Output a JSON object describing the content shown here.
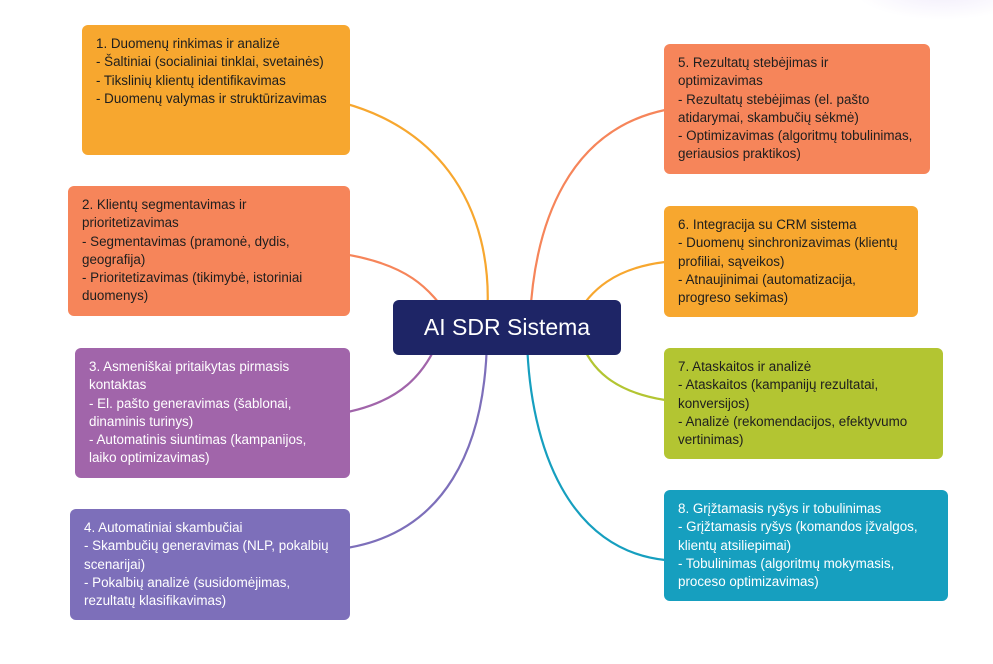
{
  "center": {
    "label": "AI SDR Sistema",
    "color": "#1e2566"
  },
  "nodes": [
    {
      "id": "n1",
      "color": "#f7a72f",
      "text": "1. Duomenų rinkimas ir analizė\n - Šaltiniai (socialiniai tinklai, svetainės)\n - Tikslinių klientų identifikavimas\n - Duomenų valymas ir struktūrizavimas"
    },
    {
      "id": "n2",
      "color": "#f6855a",
      "text": "2. Klientų segmentavimas ir prioritetizavimas\n - Segmentavimas (pramonė, dydis, geografija)\n - Prioritetizavimas (tikimybė, istoriniai duomenys)"
    },
    {
      "id": "n3",
      "color": "#a165aa",
      "text": "3. Asmeniškai pritaikytas pirmasis kontaktas\n - El. pašto generavimas (šablonai, dinaminis turinys)\n - Automatinis siuntimas (kampanijos, laiko optimizavimas)"
    },
    {
      "id": "n4",
      "color": "#7d6fba",
      "text": "4. Automatiniai skambučiai\n - Skambučių generavimas (NLP, pokalbių scenarijai)\n - Pokalbių analizė (susidomėjimas, rezultatų klasifikavimas)"
    },
    {
      "id": "n5",
      "color": "#f6855a",
      "text": "5. Rezultatų stebėjimas ir optimizavimas\n - Rezultatų stebėjimas (el. pašto atidarymai, skambučių sėkmė)\n - Optimizavimas (algoritmų tobulinimas, geriausios praktikos)"
    },
    {
      "id": "n6",
      "color": "#f7a72f",
      "text": "6. Integracija su CRM sistema\n - Duomenų sinchronizavimas (klientų profiliai, sąveikos)\n - Atnaujinimai (automatizacija, progreso sekimas)"
    },
    {
      "id": "n7",
      "color": "#b3c532",
      "text": "7. Ataskaitos ir analizė\n - Ataskaitos (kampanijų rezultatai, konversijos)\n - Analizė (rekomendacijos, efektyvumo vertinimas)"
    },
    {
      "id": "n8",
      "color": "#169fbf",
      "text": "8. Grįžtamasis ryšys ir tobulinimas\n - Grįžtamasis ryšys (komandos įžvalgos, klientų atsiliepimai)\n - Tobulinimas (algoritmų mokymasis, proceso optimizavimas)"
    }
  ]
}
